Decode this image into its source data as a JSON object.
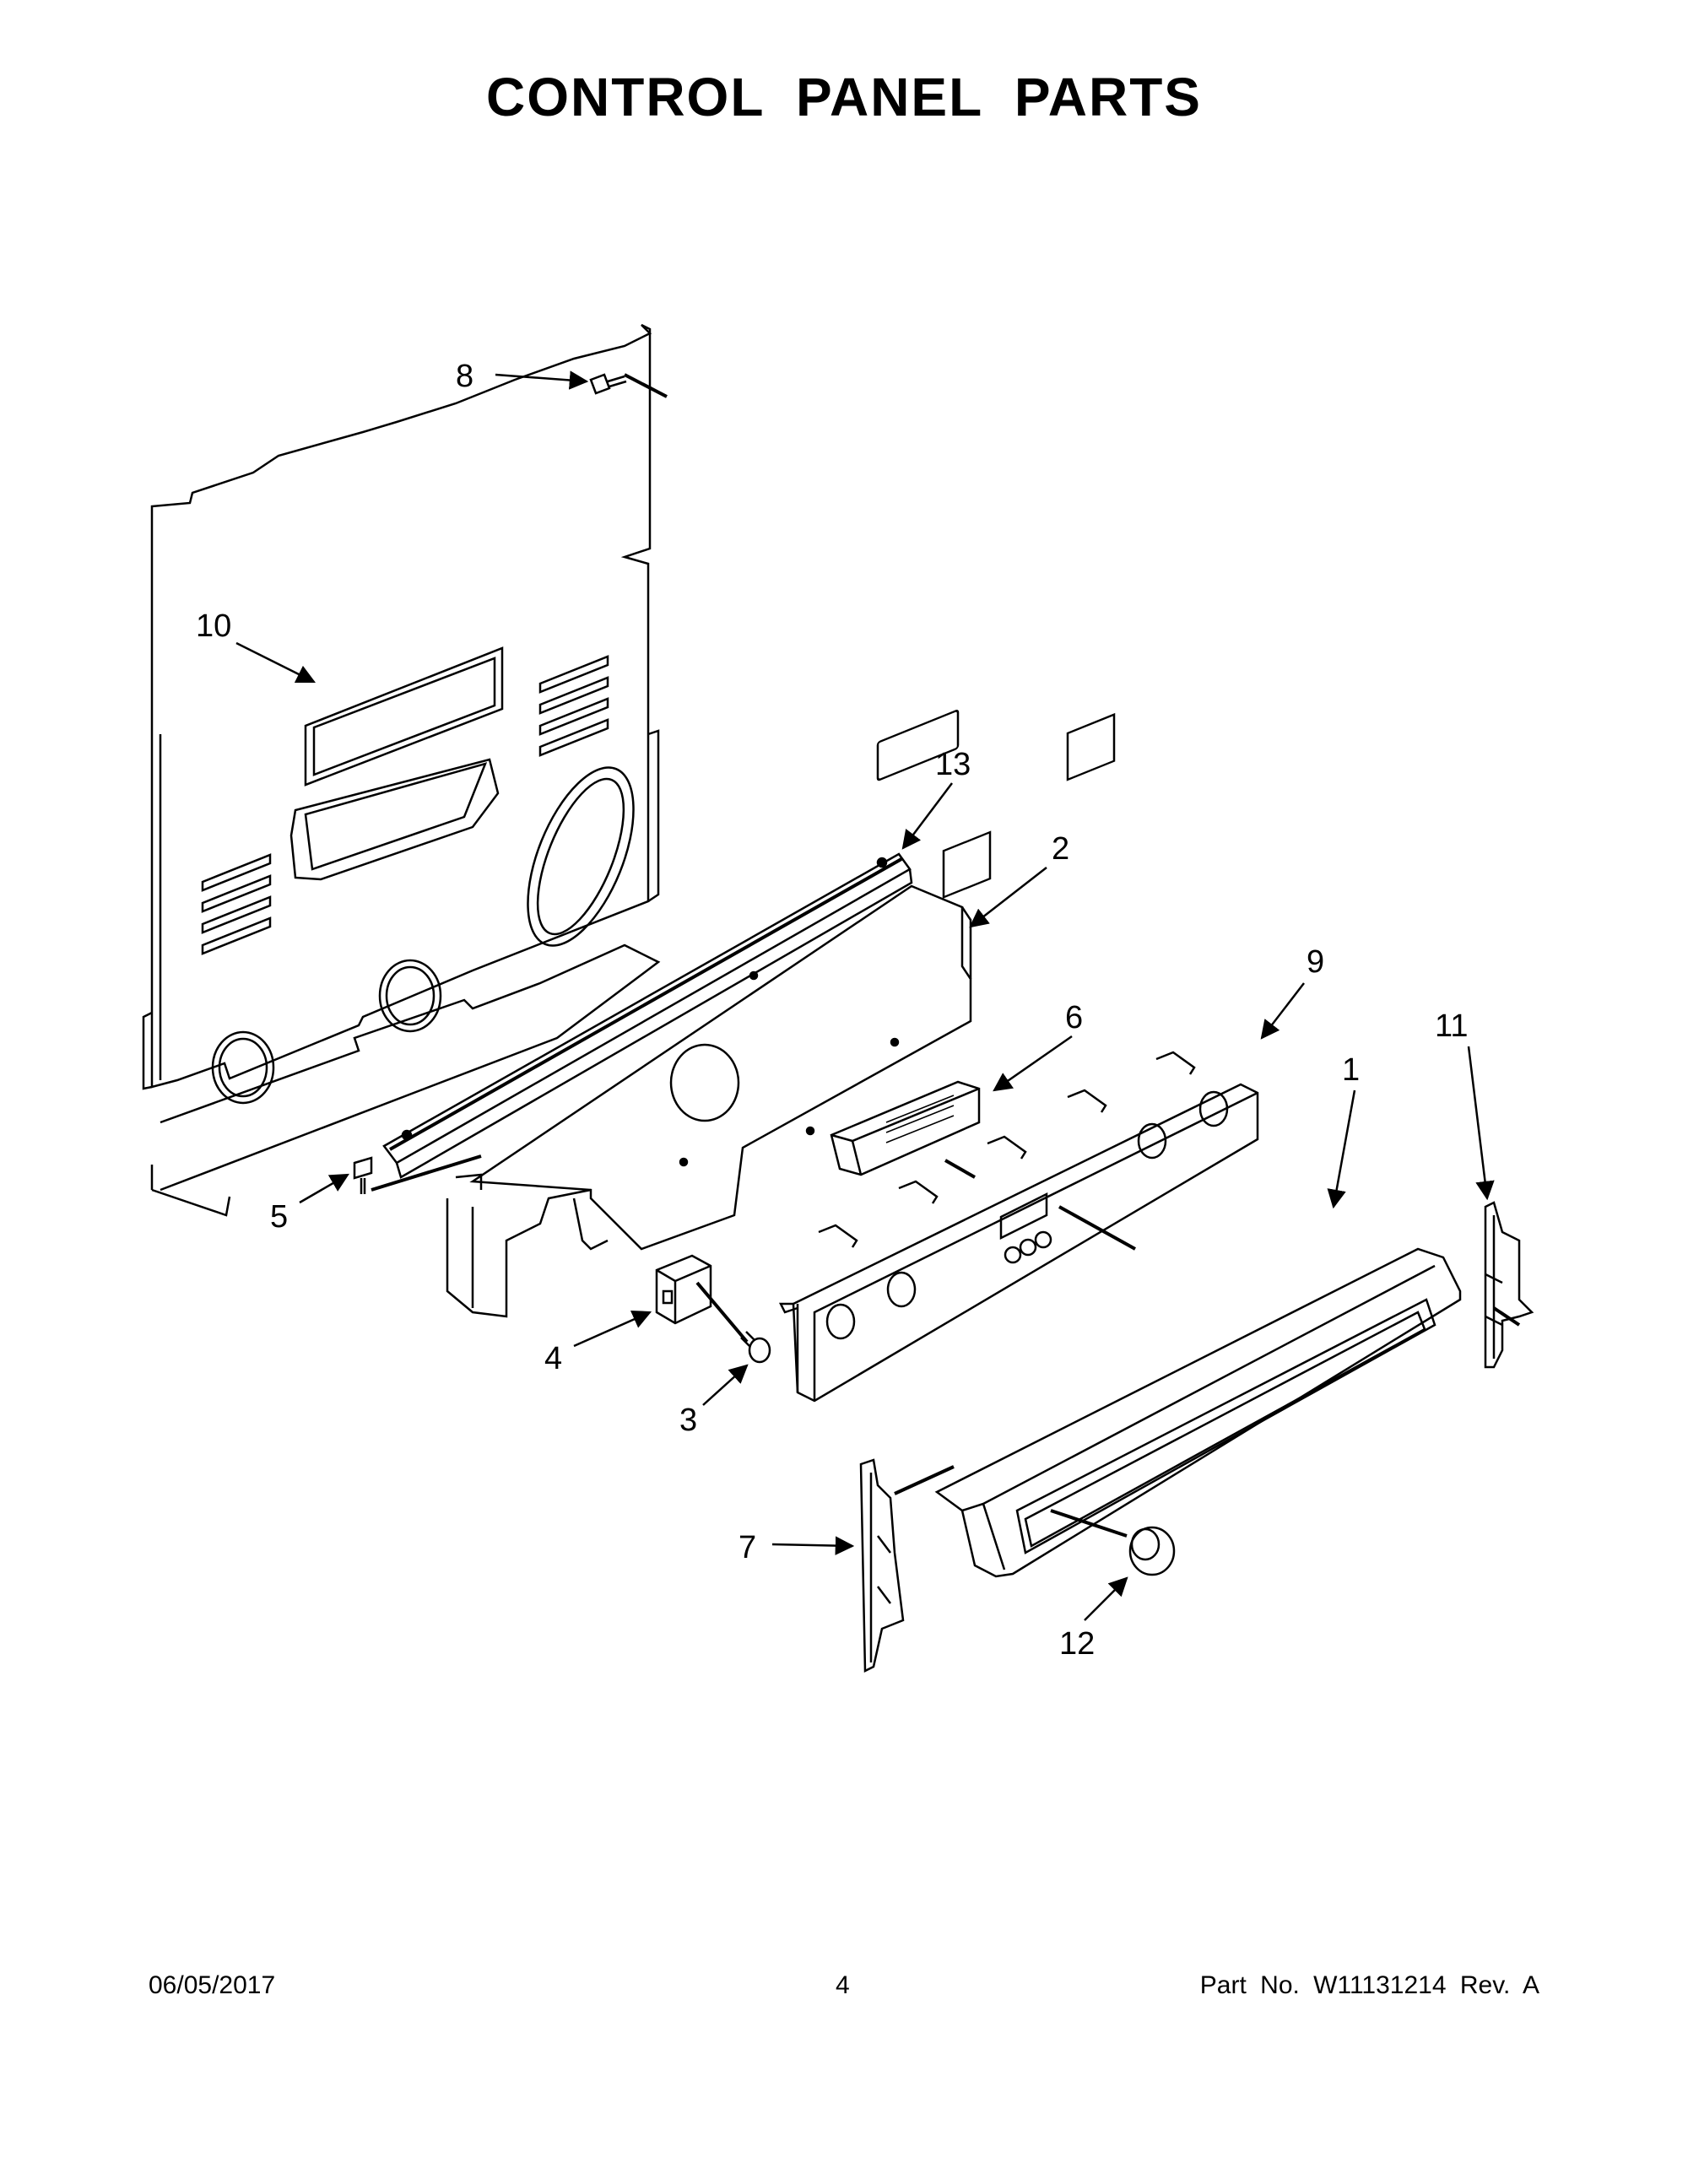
{
  "title": "CONTROL PANEL PARTS",
  "callouts": {
    "c1": "1",
    "c2": "2",
    "c3": "3",
    "c4": "4",
    "c5": "5",
    "c6": "6",
    "c7": "7",
    "c8": "8",
    "c9": "9",
    "c10": "10",
    "c11": "11",
    "c12": "12",
    "c13": "13"
  },
  "footer": {
    "date": "06/05/2017",
    "page": "4",
    "part": "Part No.  W11131214  Rev.  A"
  }
}
